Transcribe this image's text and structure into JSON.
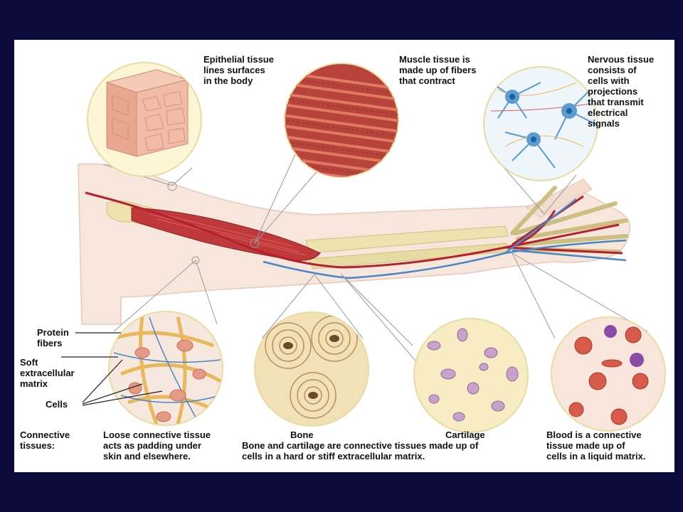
{
  "labels": {
    "epithelial": "Epithelial tissue\nlines surfaces\nin the body",
    "muscle": "Muscle tissue is\nmade up of fibers\nthat contract",
    "nervous": "Nervous tissue\nconsists of\ncells with\nprojections\nthat transmit\nelectrical\nsignals",
    "protein_fibers": "Protein\nfibers",
    "soft_matrix": "Soft\nextracellular\nmatrix",
    "cells": "Cells",
    "connective": "Connective\ntissues:",
    "loose": "Loose connective tissue\nacts as padding under\nskin and elsewhere.",
    "bone": "Bone",
    "cartilage": "Cartilage",
    "bone_cartilage": "Bone and cartilage are connective tissues made up of\ncells in a hard or stiff extracellular matrix.",
    "blood": "Blood is a connective\ntissue made up of\ncells in a liquid matrix."
  },
  "colors": {
    "background": "#0d0a3e",
    "panel": "#ffffff",
    "skin": "#f7e6dc",
    "muscle": "#c0393a",
    "bone": "#ece3b0",
    "artery": "#b5202c",
    "vein": "#4a86c5",
    "cartilage_dots": "#a07aa8",
    "rbc": "#d85a4a",
    "neuron": "#5b9bd0"
  }
}
